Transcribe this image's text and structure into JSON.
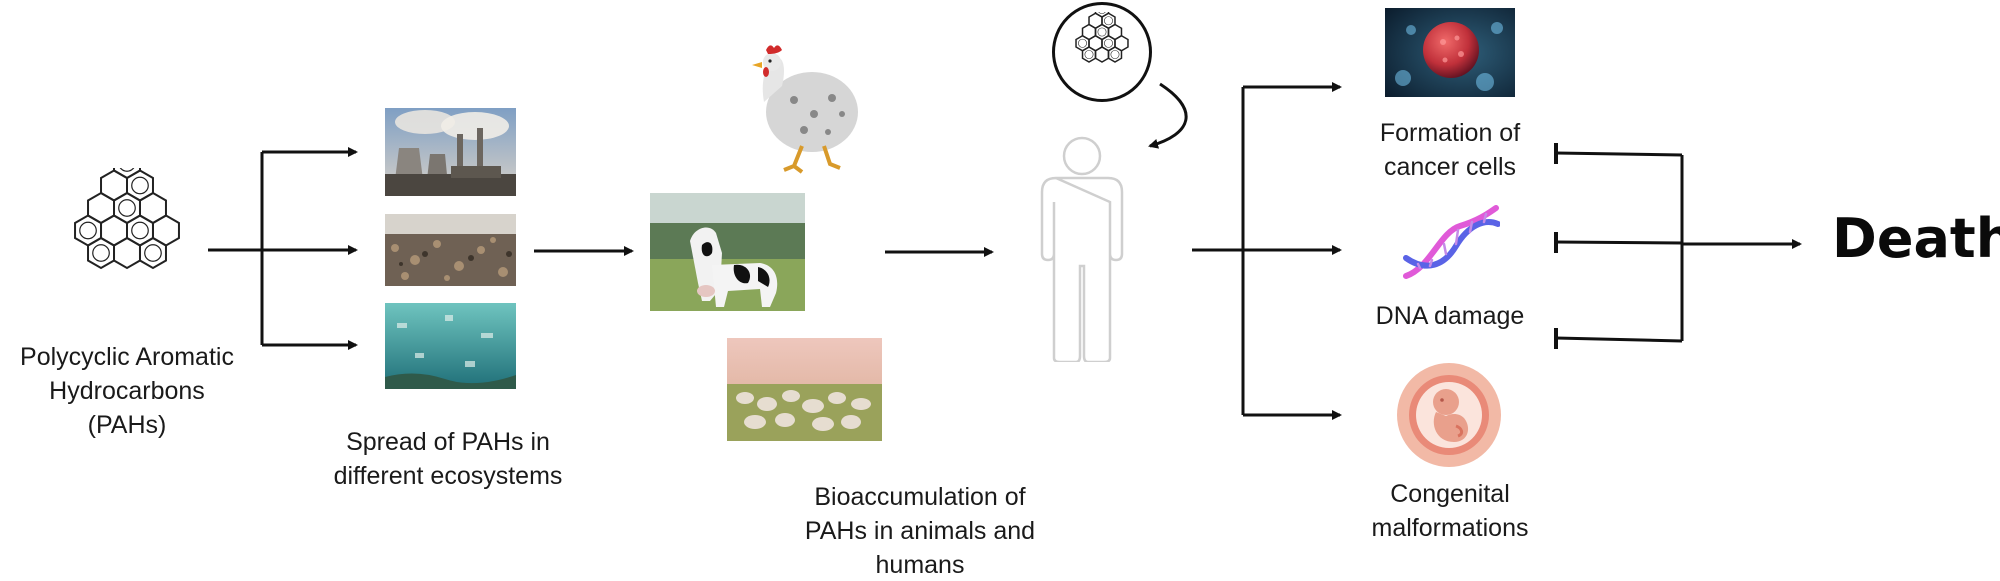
{
  "labels": {
    "pahs": [
      "Polycyclic Aromatic",
      "Hydrocarbons",
      "(PAHs)"
    ],
    "spread": [
      "Spread of PAHs in",
      "different ecosystems"
    ],
    "bioaccumulation": [
      "Bioaccumulation of",
      "PAHs in animals and",
      "humans"
    ],
    "cancer": [
      "Formation of",
      "cancer cells"
    ],
    "dna": [
      "DNA damage"
    ],
    "congenital": [
      "Congenital",
      "malformations"
    ],
    "death": "Death"
  },
  "icons": {
    "molecule": "pah-molecule-icon",
    "human": "human-outline-icon",
    "chicken": "chicken-icon",
    "cow": "cow-icon",
    "sheep": "sheep-flock-icon",
    "factory": "factory-smokestacks-icon",
    "landfill": "landfill-icon",
    "water": "polluted-water-icon",
    "cancer_cell": "cancer-cell-icon",
    "dna": "dna-helix-icon",
    "fetus": "fetus-icon"
  },
  "colors": {
    "arrow": "#111111",
    "dna_pink": "#e05ad8",
    "dna_blue": "#5a63e6",
    "fetus_bg": "#f2b9a6",
    "cancer_red": "#c0303a",
    "human_outline": "#cfcfcf"
  }
}
